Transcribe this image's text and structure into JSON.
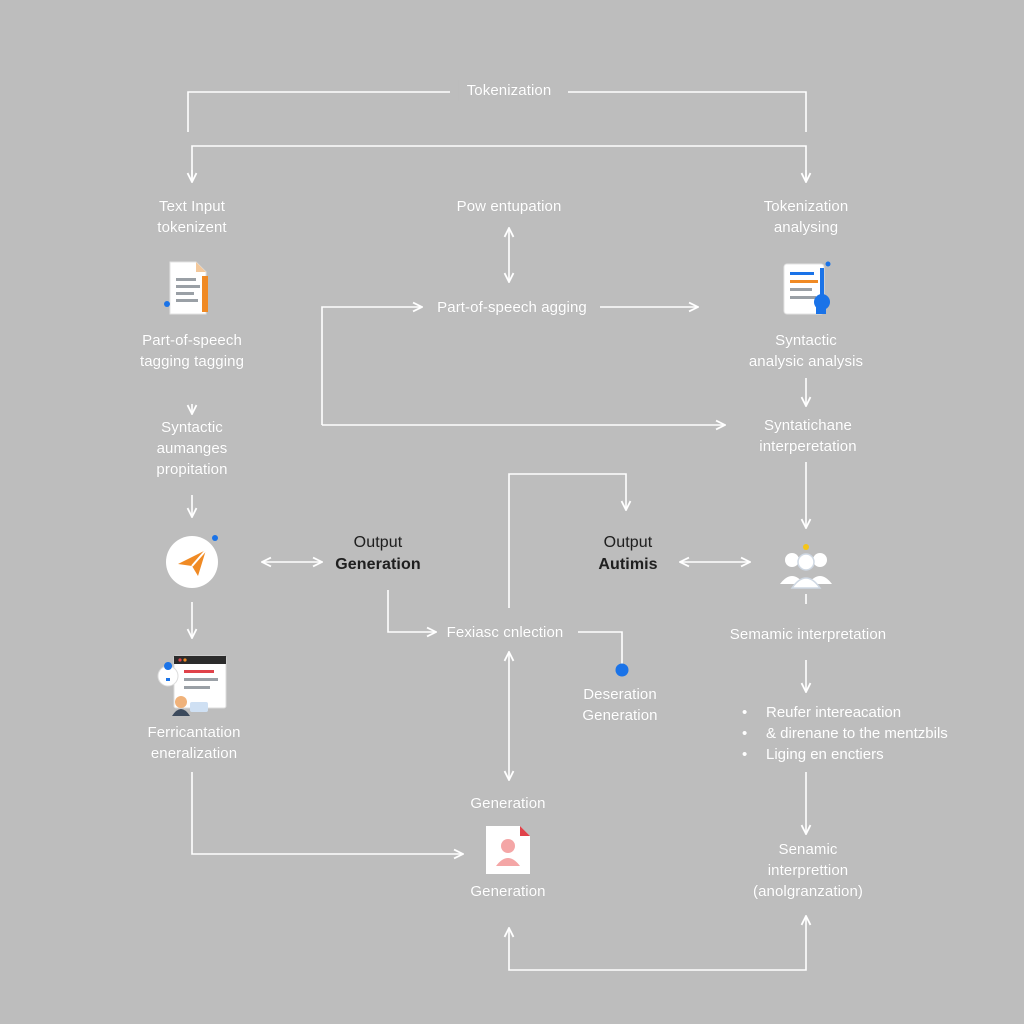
{
  "title": "Tokenization",
  "labels": {
    "text_input": [
      "Text Input",
      "tokenizent"
    ],
    "pow_entupation": [
      "Pow entupation"
    ],
    "tokenization_analysing": [
      "Tokenization",
      "analysing"
    ],
    "pos_tagging_center": [
      "Part-of-speech agging"
    ],
    "pos_tagging_left": [
      "Part-of-speech",
      "tagging tagging"
    ],
    "syntactic_analysis": [
      "Syntactic",
      "analysic analysis"
    ],
    "syntactic_propitation": [
      "Syntactic",
      "aumanges",
      "propitation"
    ],
    "syntactic_interperetation": [
      "Syntatichane",
      "interperetation"
    ],
    "output_generation": [
      "Output",
      "Generation"
    ],
    "output_autimis": [
      "Output",
      "Autimis"
    ],
    "fexiasc_cnlection": [
      "Fexiasc cnlection"
    ],
    "semamic_interpretation_top": [
      "Semamic interpretation"
    ],
    "deseration_generation": [
      "Deseration",
      "Generation"
    ],
    "ferricantation": [
      "Ferricantation",
      "eneralization"
    ],
    "generation_top": [
      "Generation"
    ],
    "generation_bottom": [
      "Generation"
    ],
    "semamic_interprettion_bottom": [
      "Senamic",
      "interprettion",
      "(anolgranzation)"
    ]
  },
  "bullets": [
    "Reufer intereacation",
    "& direnane to the mentzbils",
    "Liging en enctiers"
  ],
  "icons": {
    "document": "document-icon",
    "checklist": "checklist-icon",
    "send": "paper-plane-icon",
    "users": "user-group-icon",
    "window": "browser-window-icon",
    "profile": "profile-document-icon",
    "dot": "node-dot-icon"
  },
  "colors": {
    "background": "#bdbdbd",
    "line": "#ffffff",
    "accent_orange": "#f08a24",
    "accent_blue": "#1a73e8",
    "accent_red": "#e0424a"
  }
}
